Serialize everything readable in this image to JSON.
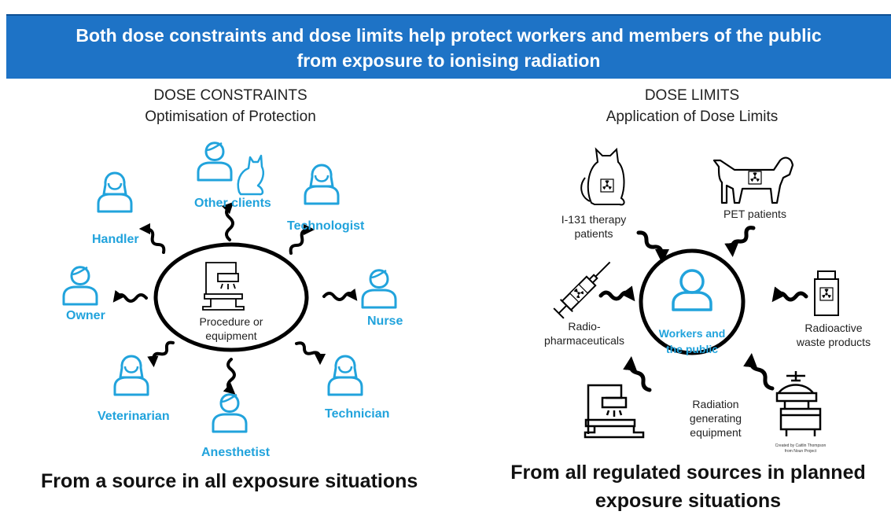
{
  "banner": {
    "line1": "Both dose constraints and dose limits help protect workers and members of the public",
    "line2": "from exposure to ionising radiation"
  },
  "left": {
    "heading1": "DOSE CONSTRAINTS",
    "heading2": "Optimisation of Protection",
    "center_line1": "Procedure or",
    "center_line2": "equipment",
    "people": {
      "handler": "Handler",
      "other_clients": "Other clients",
      "technologist": "Technologist",
      "owner": "Owner",
      "nurse": "Nurse",
      "veterinarian": "Veterinarian",
      "anesthetist": "Anesthetist",
      "technician": "Technician"
    },
    "footer": "From a source in all exposure situations"
  },
  "right": {
    "heading1": "DOSE LIMITS",
    "heading2": "Application of Dose Limits",
    "center_line1": "Workers and",
    "center_line2": "the public",
    "sources": {
      "i131_line1": "I-131 therapy",
      "i131_line2": "patients",
      "pet": "PET patients",
      "radiopharm_line1": "Radio-",
      "radiopharm_line2": "pharmaceuticals",
      "waste_line1": "Radioactive",
      "waste_line2": "waste products",
      "radiation_line1": "Radiation",
      "radiation_line2": "generating",
      "radiation_line3": "equipment"
    },
    "credit_line1": "Created by Caitlin Thompson",
    "credit_line2": "from Noun Project",
    "footer_line1": "From all regulated sources in planned",
    "footer_line2": "exposure situations"
  },
  "colors": {
    "banner": "#1e73c6",
    "accent": "#21a3dc",
    "text": "#222222"
  }
}
